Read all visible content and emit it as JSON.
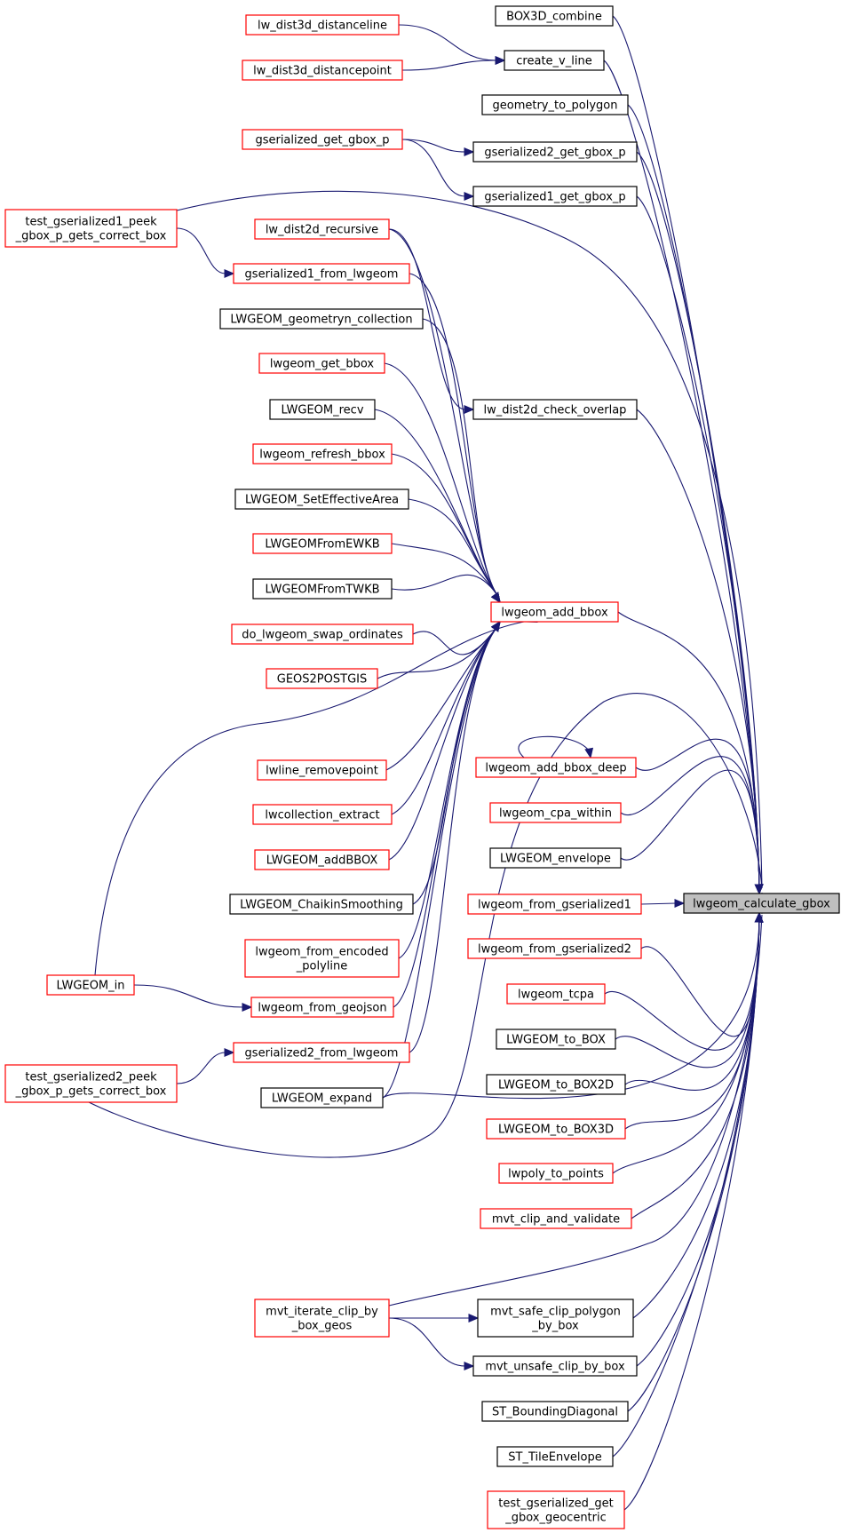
{
  "graph": {
    "edge_color": "#191970",
    "root_fill": "#bfbfbf",
    "link_border_color": "#ff0000",
    "plain_border_color": "#000000",
    "nodes": [
      {
        "id": "root",
        "lines": [
          "lwgeom_calculate_gbox"
        ],
        "style": "root"
      },
      {
        "id": "box3d_combine",
        "lines": [
          "BOX3D_combine"
        ],
        "style": "black"
      },
      {
        "id": "create_v_line",
        "lines": [
          "create_v_line"
        ],
        "style": "black"
      },
      {
        "id": "lw_dist3d_distanceline",
        "lines": [
          "lw_dist3d_distanceline"
        ],
        "style": "red"
      },
      {
        "id": "lw_dist3d_distancepoint",
        "lines": [
          "lw_dist3d_distancepoint"
        ],
        "style": "red"
      },
      {
        "id": "geometry_to_polygon",
        "lines": [
          "geometry_to_polygon"
        ],
        "style": "black"
      },
      {
        "id": "gserialized2_get_gbox_p",
        "lines": [
          "gserialized2_get_gbox_p"
        ],
        "style": "black"
      },
      {
        "id": "gserialized_get_gbox_p",
        "lines": [
          "gserialized_get_gbox_p"
        ],
        "style": "red"
      },
      {
        "id": "gserialized1_get_gbox_p",
        "lines": [
          "gserialized1_get_gbox_p"
        ],
        "style": "black"
      },
      {
        "id": "test_gs1",
        "lines": [
          "test_gserialized1_peek",
          "_gbox_p_gets_correct_box"
        ],
        "style": "red"
      },
      {
        "id": "lw_dist2d_recursive",
        "lines": [
          "lw_dist2d_recursive"
        ],
        "style": "red"
      },
      {
        "id": "gserialized1_from_lwgeom",
        "lines": [
          "gserialized1_from_lwgeom"
        ],
        "style": "red"
      },
      {
        "id": "lwgeom_geometryn_collection",
        "lines": [
          "LWGEOM_geometryn_collection"
        ],
        "style": "black"
      },
      {
        "id": "lwgeom_get_bbox",
        "lines": [
          "lwgeom_get_bbox"
        ],
        "style": "red"
      },
      {
        "id": "lw_dist2d_check_overlap",
        "lines": [
          "lw_dist2d_check_overlap"
        ],
        "style": "black"
      },
      {
        "id": "lwgeom_recv",
        "lines": [
          "LWGEOM_recv"
        ],
        "style": "black"
      },
      {
        "id": "lwgeom_refresh_bbox",
        "lines": [
          "lwgeom_refresh_bbox"
        ],
        "style": "red"
      },
      {
        "id": "lwgeom_seteffectivearea",
        "lines": [
          "LWGEOM_SetEffectiveArea"
        ],
        "style": "black"
      },
      {
        "id": "lwgeomfromewkb",
        "lines": [
          "LWGEOMFromEWKB"
        ],
        "style": "red"
      },
      {
        "id": "lwgeomfromtwkb",
        "lines": [
          "LWGEOMFromTWKB"
        ],
        "style": "black"
      },
      {
        "id": "lwgeom_add_bbox",
        "lines": [
          "lwgeom_add_bbox"
        ],
        "style": "red"
      },
      {
        "id": "do_lwgeom_swap_ordinates",
        "lines": [
          "do_lwgeom_swap_ordinates"
        ],
        "style": "red"
      },
      {
        "id": "geos2postgis",
        "lines": [
          "GEOS2POSTGIS"
        ],
        "style": "red"
      },
      {
        "id": "lwline_removepoint",
        "lines": [
          "lwline_removepoint"
        ],
        "style": "red"
      },
      {
        "id": "lwgeom_add_bbox_deep",
        "lines": [
          "lwgeom_add_bbox_deep"
        ],
        "style": "red"
      },
      {
        "id": "lwcollection_extract",
        "lines": [
          "lwcollection_extract"
        ],
        "style": "red"
      },
      {
        "id": "lwgeom_cpa_within",
        "lines": [
          "lwgeom_cpa_within"
        ],
        "style": "red"
      },
      {
        "id": "lwgeom_addbbox_upper",
        "lines": [
          "LWGEOM_addBBOX"
        ],
        "style": "red"
      },
      {
        "id": "lwgeom_envelope",
        "lines": [
          "LWGEOM_envelope"
        ],
        "style": "black"
      },
      {
        "id": "lwgeom_chaikin",
        "lines": [
          "LWGEOM_ChaikinSmoothing"
        ],
        "style": "black"
      },
      {
        "id": "lwgeom_from_gserialized1",
        "lines": [
          "lwgeom_from_gserialized1"
        ],
        "style": "red"
      },
      {
        "id": "lwgeom_from_gserialized2",
        "lines": [
          "lwgeom_from_gserialized2"
        ],
        "style": "red"
      },
      {
        "id": "lwgeom_from_encoded_polyline",
        "lines": [
          "lwgeom_from_encoded",
          "_polyline"
        ],
        "style": "red"
      },
      {
        "id": "lwgeom_in",
        "lines": [
          "LWGEOM_in"
        ],
        "style": "red"
      },
      {
        "id": "lwgeom_from_geojson",
        "lines": [
          "lwgeom_from_geojson"
        ],
        "style": "red"
      },
      {
        "id": "lwgeom_tcpa",
        "lines": [
          "lwgeom_tcpa"
        ],
        "style": "red"
      },
      {
        "id": "lwgeom_to_box",
        "lines": [
          "LWGEOM_to_BOX"
        ],
        "style": "black"
      },
      {
        "id": "gserialized2_from_lwgeom",
        "lines": [
          "gserialized2_from_lwgeom"
        ],
        "style": "red"
      },
      {
        "id": "test_gs2",
        "lines": [
          "test_gserialized2_peek",
          "_gbox_p_gets_correct_box"
        ],
        "style": "red"
      },
      {
        "id": "lwgeom_to_box2d",
        "lines": [
          "LWGEOM_to_BOX2D"
        ],
        "style": "black"
      },
      {
        "id": "lwgeom_expand",
        "lines": [
          "LWGEOM_expand"
        ],
        "style": "black"
      },
      {
        "id": "lwgeom_to_box3d",
        "lines": [
          "LWGEOM_to_BOX3D"
        ],
        "style": "red"
      },
      {
        "id": "lwpoly_to_points",
        "lines": [
          "lwpoly_to_points"
        ],
        "style": "red"
      },
      {
        "id": "mvt_clip_and_validate",
        "lines": [
          "mvt_clip_and_validate"
        ],
        "style": "red"
      },
      {
        "id": "mvt_iterate_clip",
        "lines": [
          "mvt_iterate_clip_by",
          "_box_geos"
        ],
        "style": "red"
      },
      {
        "id": "mvt_safe_clip",
        "lines": [
          "mvt_safe_clip_polygon",
          "_by_box"
        ],
        "style": "black"
      },
      {
        "id": "mvt_unsafe_clip",
        "lines": [
          "mvt_unsafe_clip_by_box"
        ],
        "style": "black"
      },
      {
        "id": "st_boundingdiagonal",
        "lines": [
          "ST_BoundingDiagonal"
        ],
        "style": "black"
      },
      {
        "id": "st_tileenvelope",
        "lines": [
          "ST_TileEnvelope"
        ],
        "style": "black"
      },
      {
        "id": "test_gs_geocentric",
        "lines": [
          "test_gserialized_get",
          "_gbox_geocentric"
        ],
        "style": "red"
      }
    ],
    "edges": [
      {
        "from": "box3d_combine",
        "to": "root"
      },
      {
        "from": "create_v_line",
        "to": "root"
      },
      {
        "from": "lw_dist3d_distanceline",
        "to": "create_v_line"
      },
      {
        "from": "lw_dist3d_distancepoint",
        "to": "create_v_line"
      },
      {
        "from": "geometry_to_polygon",
        "to": "root"
      },
      {
        "from": "gserialized2_get_gbox_p",
        "to": "root"
      },
      {
        "from": "gserialized_get_gbox_p",
        "to": "gserialized2_get_gbox_p"
      },
      {
        "from": "gserialized_get_gbox_p",
        "to": "gserialized1_get_gbox_p"
      },
      {
        "from": "gserialized1_get_gbox_p",
        "to": "root"
      },
      {
        "from": "test_gs1",
        "to": "root"
      },
      {
        "from": "test_gs1",
        "to": "gserialized1_from_lwgeom"
      },
      {
        "from": "lw_dist2d_recursive",
        "to": "lw_dist2d_check_overlap"
      },
      {
        "from": "lw_dist2d_recursive",
        "to": "lwgeom_add_bbox"
      },
      {
        "from": "gserialized1_from_lwgeom",
        "to": "lwgeom_add_bbox"
      },
      {
        "from": "lwgeom_geometryn_collection",
        "to": "lwgeom_add_bbox"
      },
      {
        "from": "lwgeom_get_bbox",
        "to": "lwgeom_add_bbox"
      },
      {
        "from": "lw_dist2d_check_overlap",
        "to": "root"
      },
      {
        "from": "lwgeom_recv",
        "to": "lwgeom_add_bbox"
      },
      {
        "from": "lwgeom_refresh_bbox",
        "to": "lwgeom_add_bbox"
      },
      {
        "from": "lwgeom_seteffectivearea",
        "to": "lwgeom_add_bbox"
      },
      {
        "from": "lwgeomfromewkb",
        "to": "lwgeom_add_bbox"
      },
      {
        "from": "lwgeomfromtwkb",
        "to": "lwgeom_add_bbox"
      },
      {
        "from": "lwgeom_add_bbox",
        "to": "root"
      },
      {
        "from": "do_lwgeom_swap_ordinates",
        "to": "lwgeom_add_bbox"
      },
      {
        "from": "geos2postgis",
        "to": "lwgeom_add_bbox"
      },
      {
        "from": "lwline_removepoint",
        "to": "lwgeom_add_bbox"
      },
      {
        "from": "lwgeom_add_bbox_deep",
        "to": "lwgeom_add_bbox_deep"
      },
      {
        "from": "lwgeom_add_bbox_deep",
        "to": "root"
      },
      {
        "from": "lwcollection_extract",
        "to": "lwgeom_add_bbox"
      },
      {
        "from": "lwgeom_cpa_within",
        "to": "root"
      },
      {
        "from": "lwgeom_addbbox_upper",
        "to": "lwgeom_add_bbox"
      },
      {
        "from": "lwgeom_envelope",
        "to": "root"
      },
      {
        "from": "lwgeom_chaikin",
        "to": "lwgeom_add_bbox"
      },
      {
        "from": "lwgeom_from_gserialized1",
        "to": "root"
      },
      {
        "from": "lwgeom_from_gserialized2",
        "to": "root"
      },
      {
        "from": "lwgeom_from_encoded_polyline",
        "to": "lwgeom_add_bbox"
      },
      {
        "from": "lwgeom_in",
        "to": "lwgeom_add_bbox"
      },
      {
        "from": "lwgeom_in",
        "to": "lwgeom_from_geojson"
      },
      {
        "from": "lwgeom_from_geojson",
        "to": "lwgeom_add_bbox"
      },
      {
        "from": "lwgeom_tcpa",
        "to": "root"
      },
      {
        "from": "lwgeom_to_box",
        "to": "root"
      },
      {
        "from": "gserialized2_from_lwgeom",
        "to": "lwgeom_add_bbox"
      },
      {
        "from": "test_gs2",
        "to": "gserialized2_from_lwgeom"
      },
      {
        "from": "test_gs2",
        "to": "root"
      },
      {
        "from": "lwgeom_to_box2d",
        "to": "root"
      },
      {
        "from": "lwgeom_expand",
        "to": "lwgeom_add_bbox"
      },
      {
        "from": "lwgeom_expand",
        "to": "root"
      },
      {
        "from": "lwgeom_to_box3d",
        "to": "root"
      },
      {
        "from": "lwpoly_to_points",
        "to": "root"
      },
      {
        "from": "mvt_clip_and_validate",
        "to": "root"
      },
      {
        "from": "mvt_iterate_clip",
        "to": "root"
      },
      {
        "from": "mvt_iterate_clip",
        "to": "mvt_safe_clip"
      },
      {
        "from": "mvt_iterate_clip",
        "to": "mvt_unsafe_clip"
      },
      {
        "from": "mvt_safe_clip",
        "to": "root"
      },
      {
        "from": "mvt_unsafe_clip",
        "to": "root"
      },
      {
        "from": "st_boundingdiagonal",
        "to": "root"
      },
      {
        "from": "st_tileenvelope",
        "to": "root"
      },
      {
        "from": "test_gs_geocentric",
        "to": "root"
      }
    ]
  }
}
